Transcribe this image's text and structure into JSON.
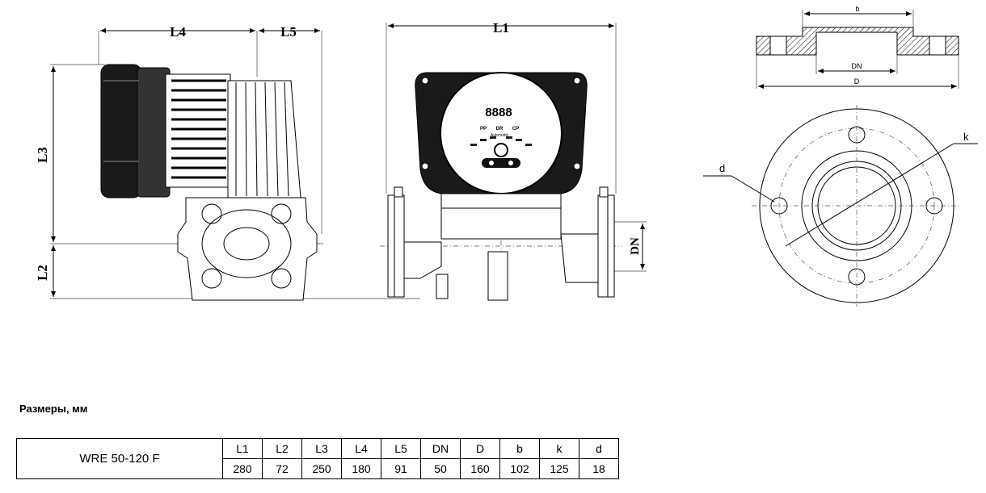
{
  "drawing": {
    "side_view": {
      "labels": {
        "l4": "L4",
        "l5": "L5",
        "l3": "L3",
        "l2": "L2"
      }
    },
    "front_view": {
      "labels": {
        "l1": "L1",
        "dn": "DN"
      },
      "display": {
        "digits": "8888",
        "mode_labels": [
          "PP",
          "DR",
          "CP"
        ],
        "sub_label": "Automatic"
      }
    },
    "flange_section": {
      "labels": {
        "b": "b",
        "dn": "DN",
        "d_outer": "D"
      }
    },
    "flange_face": {
      "labels": {
        "d_hole": "d",
        "k": "k"
      }
    }
  },
  "dims": {
    "caption": "Размеры, мм",
    "model": "WRE 50-120 F",
    "headers": [
      "L1",
      "L2",
      "L3",
      "L4",
      "L5",
      "DN",
      "D",
      "b",
      "k",
      "d"
    ],
    "values": [
      "280",
      "72",
      "250",
      "180",
      "91",
      "50",
      "160",
      "102",
      "125",
      "18"
    ]
  }
}
